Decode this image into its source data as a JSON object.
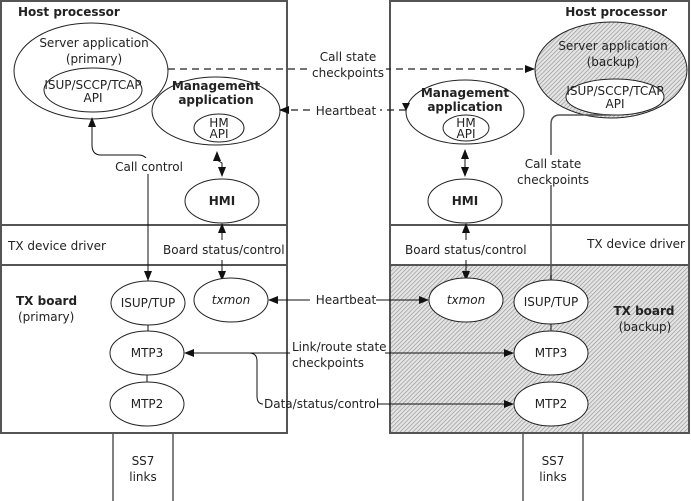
{
  "primary": {
    "host_title": "Host processor",
    "server_app": [
      "Server application",
      "(primary)"
    ],
    "server_api": [
      "ISUP/SCCP/TCAP",
      "API"
    ],
    "mgmt_app": [
      "Management",
      "application"
    ],
    "hm_api": [
      "HM",
      "API"
    ],
    "hmi": "HMI",
    "call_control": "Call control",
    "driver": "TX device driver",
    "board_status": "Board status/control",
    "board_title": "TX board",
    "board_sub": "(primary)",
    "txmon": "txmon",
    "isup": "ISUP/TUP",
    "mtp3": "MTP3",
    "mtp2": "MTP2",
    "links": [
      "SS7",
      "links"
    ]
  },
  "backup": {
    "host_title": "Host processor",
    "server_app": [
      "Server application",
      "(backup)"
    ],
    "server_api": [
      "ISUP/SCCP/TCAP",
      "API"
    ],
    "mgmt_app": [
      "Management",
      "application"
    ],
    "hm_api": [
      "HM",
      "API"
    ],
    "hmi": "HMI",
    "call_state": [
      "Call state",
      "checkpoints"
    ],
    "driver": "TX device driver",
    "board_status": "Board status/control",
    "board_title": "TX board",
    "board_sub": "(backup)",
    "txmon": "txmon",
    "isup": "ISUP/TUP",
    "mtp3": "MTP3",
    "mtp2": "MTP2",
    "links": [
      "SS7",
      "links"
    ]
  },
  "connectors": {
    "call_state_checkpoints": [
      "Call state",
      "checkpoints"
    ],
    "host_heartbeat": "Heartbeat",
    "board_heartbeat": "Heartbeat",
    "link_route": [
      "Link/route state",
      "checkpoints"
    ],
    "data_status": "Data/status/control"
  },
  "colors": {
    "border": "#555555",
    "hatch_bg": "#d9d9d9",
    "hatch_line": "#9a9a9a"
  }
}
